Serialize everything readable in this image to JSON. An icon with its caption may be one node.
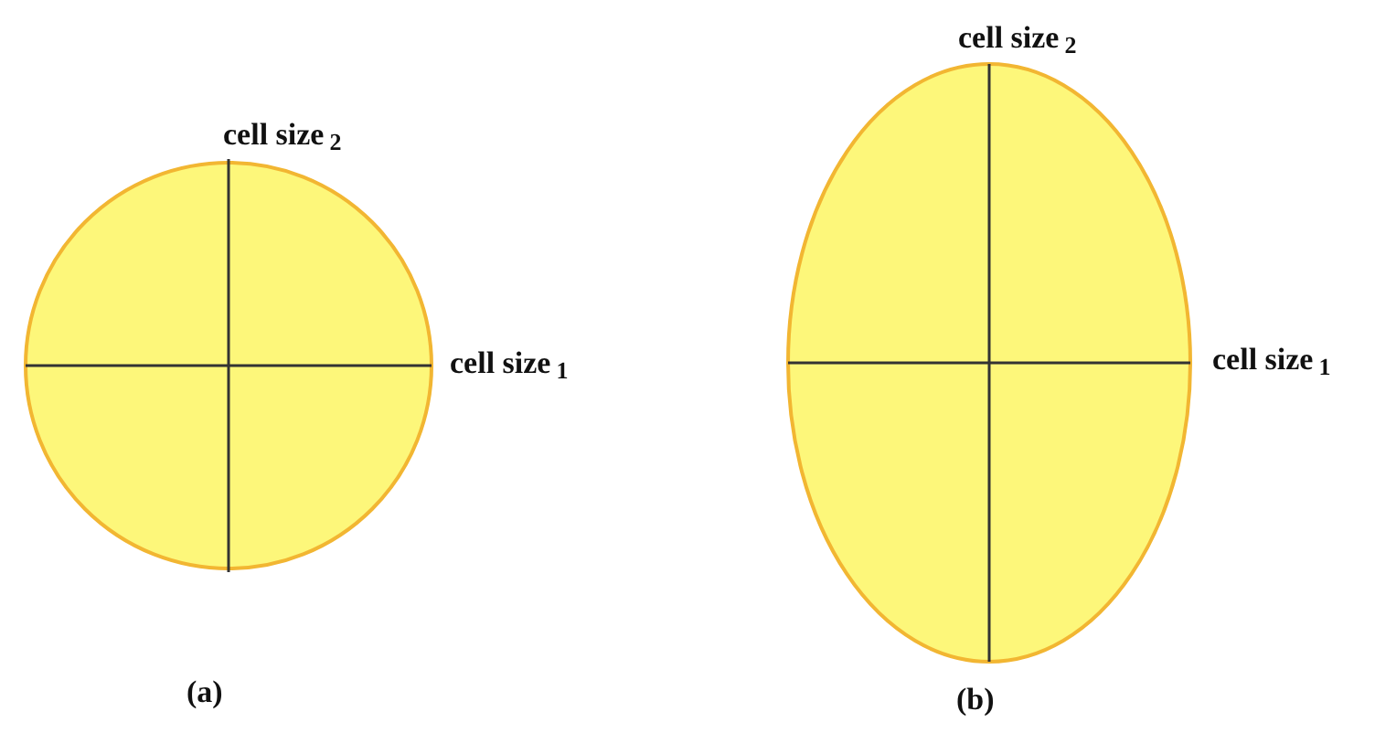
{
  "diagram": {
    "nodes": [
      {
        "text": [],
        "shape": "circle",
        "beside": [
          "cell size$_{2}$",
          "cell size$_{1}$",
          "(a)"
        ]
      },
      {
        "text": [],
        "shape": "ellipse",
        "beside": [
          "cell size$_{2}$",
          "cell size$_{1}$",
          "(b)"
        ]
      }
    ]
  }
}
